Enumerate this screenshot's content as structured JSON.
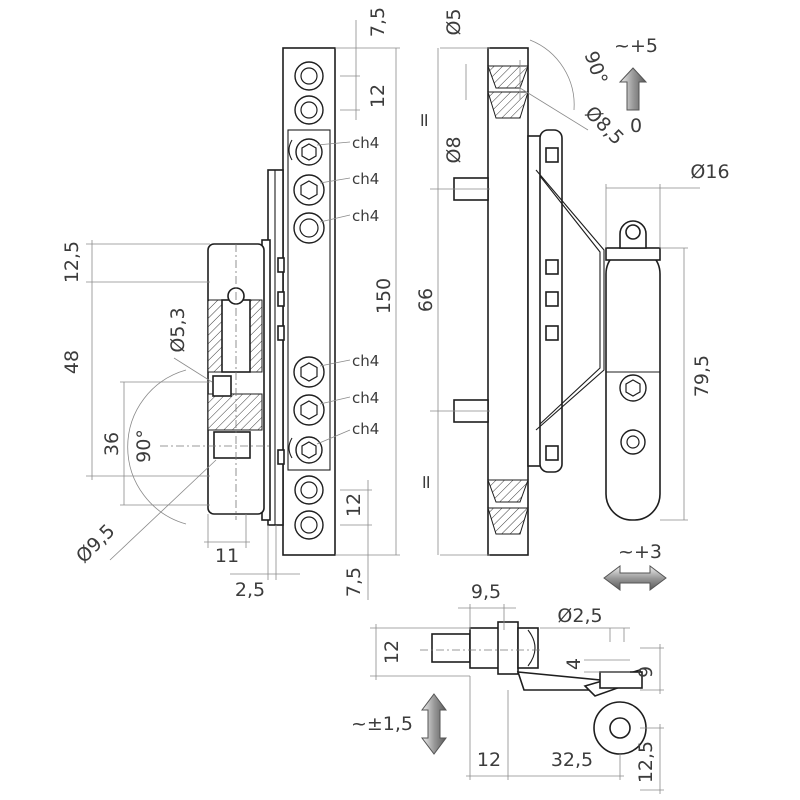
{
  "colors": {
    "line": "#1e1e1e",
    "dimension": "#8a8a8a",
    "text": "#3c3c3c",
    "arrow_light": "#e6e6e6",
    "arrow_dark": "#6e6e6e"
  },
  "left_view": {
    "dims": {
      "top_7_5": "7,5",
      "pitch_12_top": "12",
      "length_150": "150",
      "pitch_12_bottom": "12",
      "bottom_7_5": "7,5",
      "offset_2_5": "2,5",
      "width_11": "11",
      "dia_9_5": "Ø9,5",
      "angle_90": "90°",
      "height_36": "36",
      "height_48": "48",
      "height_12_5": "12,5",
      "dia_5_3": "Ø5,3"
    },
    "chamfer_labels": [
      "ch4",
      "ch4",
      "ch4",
      "ch4",
      "ch4",
      "ch4"
    ]
  },
  "middle_view": {
    "dims": {
      "dia_5": "Ø5",
      "angle_90": "90°",
      "dia_8_5": "Ø8,5",
      "dia_8": "Ø8",
      "length_66": "66",
      "eq_top": "=",
      "eq_bottom": "="
    },
    "adjust_vertical": {
      "label_top": "~+5",
      "label_bottom": "0"
    }
  },
  "right_view": {
    "dims": {
      "dia_16": "Ø16",
      "height_79_5": "79,5"
    },
    "adjust_horizontal": {
      "label": "~+3"
    }
  },
  "bottom_view": {
    "dims": {
      "width_9_5": "9,5",
      "dia_2_5": "Ø2,5",
      "height_12": "12",
      "gap_4": "4",
      "height_9": "9",
      "width_12": "12",
      "width_32_5": "32,5",
      "height_12_5": "12,5"
    },
    "adjust_vertical": {
      "label": "~±1,5"
    }
  },
  "icons": [
    "double-arrow-up-icon",
    "double-arrow-horizontal-icon",
    "double-arrow-vertical-icon"
  ]
}
